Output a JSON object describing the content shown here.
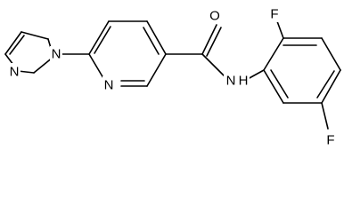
{
  "atoms": {
    "pyrazole_n2": "N",
    "pyrazole_n1": "N",
    "pyridine_n": "N",
    "carbonyl_o": "O",
    "amide_n": "N",
    "amide_h": "H",
    "fluorine_ortho": "F",
    "fluorine_meta": "F"
  },
  "colors": {
    "bond": "#000000",
    "label": "#000000",
    "background": "#ffffff"
  }
}
